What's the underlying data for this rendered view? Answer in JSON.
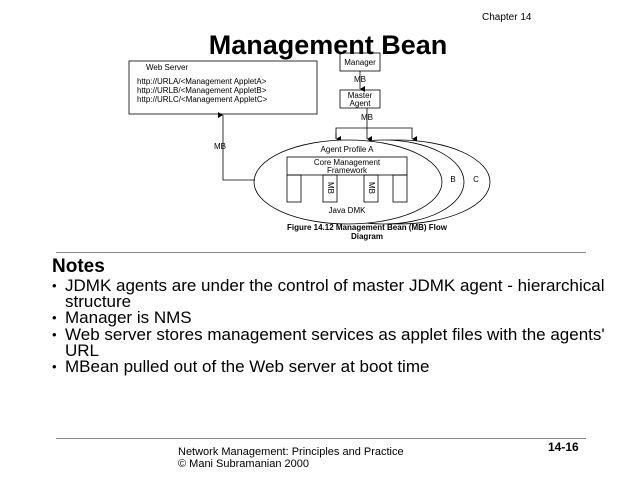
{
  "header": {
    "chapter": "Chapter 14",
    "title": "Management Bean"
  },
  "diagram": {
    "web_server": {
      "label": "Web Server",
      "urls": [
        "http://URLA/<Management AppletA>",
        "http://URLB/<Management AppletB>",
        "http://URLC/<Management AppletC>"
      ]
    },
    "manager": "Manager",
    "master_agent": [
      "Master",
      "Agent"
    ],
    "mb": "MB",
    "agent_profile": "Agent Profile A",
    "core": [
      "Core Management",
      "Framework"
    ],
    "java_dmk": "Java DMK",
    "profile_b": "B",
    "profile_c": "C",
    "caption": [
      "Figure 14.12 Management Bean (MB) Flow",
      "Diagram"
    ]
  },
  "notes": {
    "heading": "Notes",
    "items": [
      "JDMK agents are under the control of master JDMK agent - hierarchical structure",
      "Manager is NMS",
      "Web server stores management services as applet files with the agents' URL",
      "MBean pulled out of the Web server at boot time"
    ]
  },
  "footer": {
    "line1": "Network Management: Principles and Practice",
    "line2": "© Mani Subramanian 2000",
    "page": "14-16"
  }
}
